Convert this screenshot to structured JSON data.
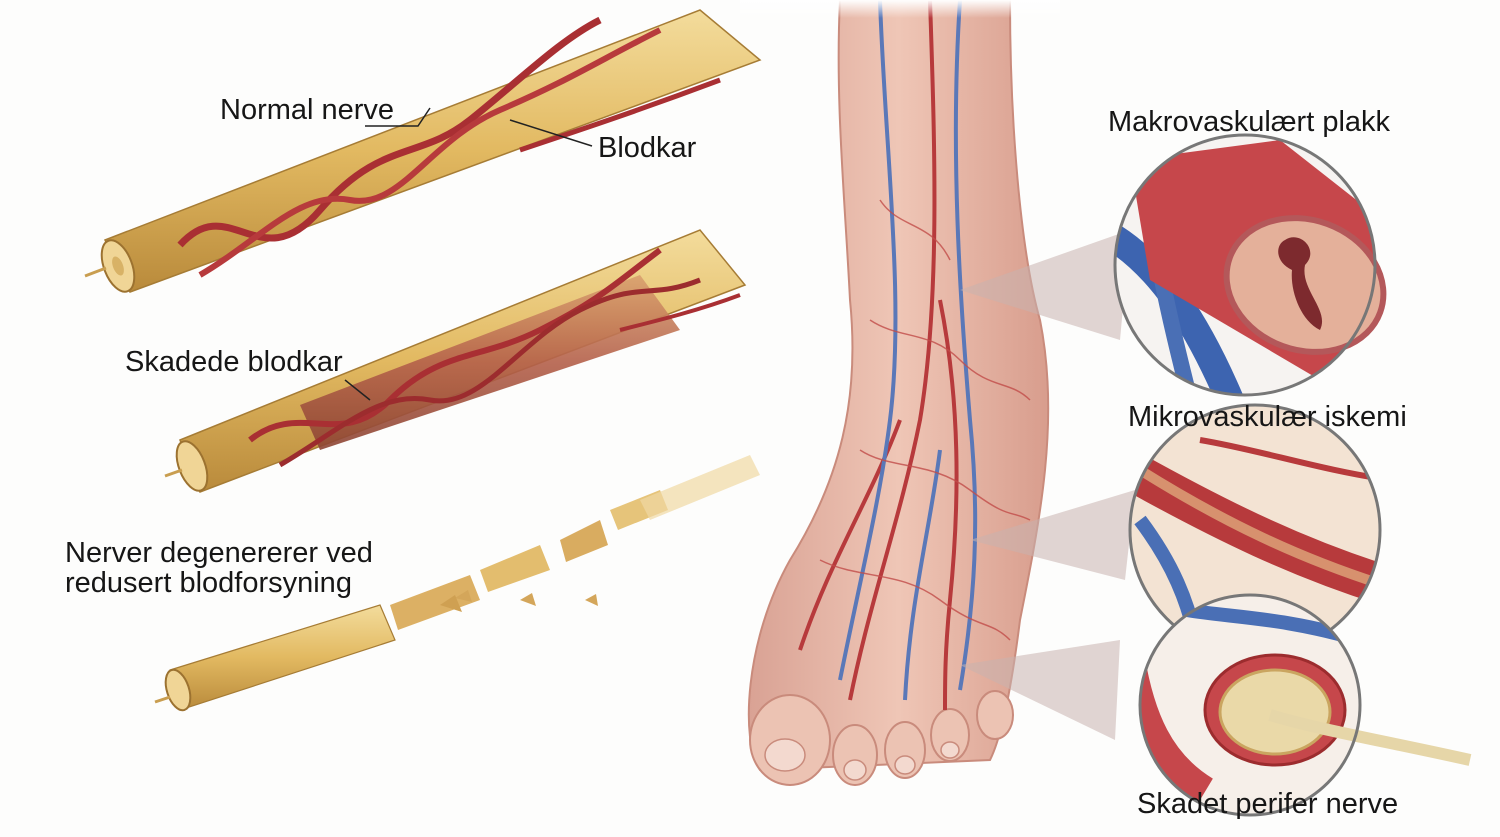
{
  "labels": {
    "normal_nerve": "Normal nerve",
    "blood_vessel": "Blodkar",
    "damaged_vessels": "Skadede blodkar",
    "degeneration_line1": "Nerver degenererer ved",
    "degeneration_line2": "redusert blodforsyning",
    "macrovascular_plaque": "Makrovaskulært plakk",
    "microvascular_ischemia": "Mikrovaskulær iskemi",
    "damaged_peripheral_nerve": "Skadet perifer nerve"
  },
  "colors": {
    "nerve": "#e3bf6c",
    "artery": "#b8383a",
    "vein": "#4a6fb5",
    "skin": "#e8b9a8",
    "text": "#161616"
  }
}
